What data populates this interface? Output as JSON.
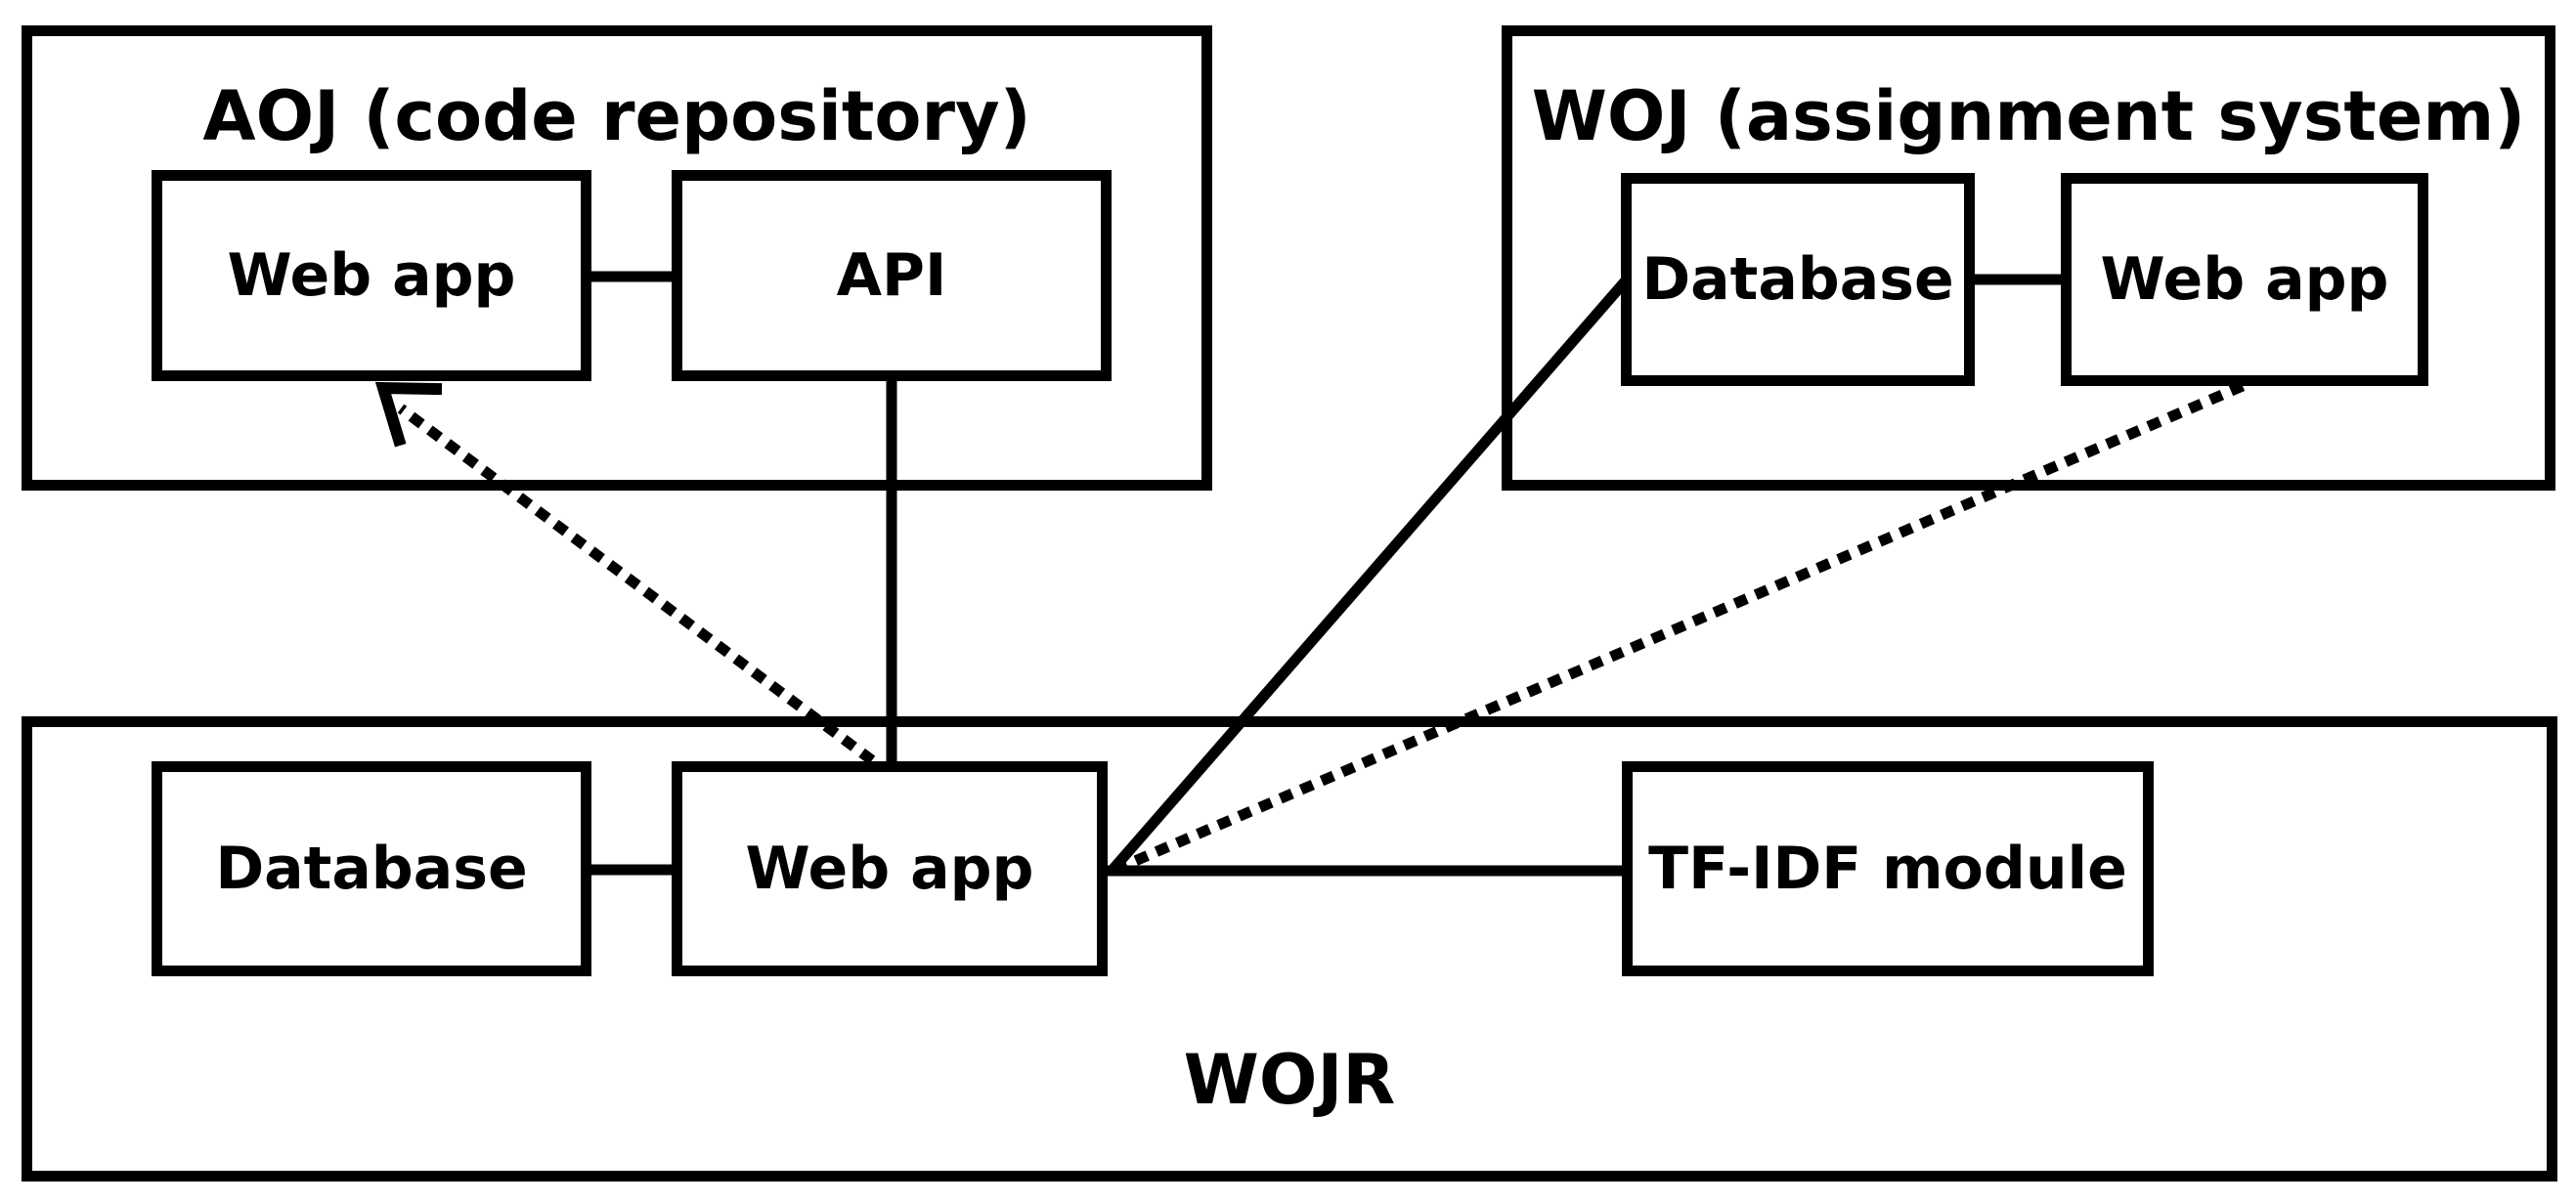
{
  "groups": {
    "aoj": {
      "title": "AOJ (code repository)",
      "nodes": {
        "web_app": "Web app",
        "api": "API"
      }
    },
    "woj": {
      "title": "WOJ (assignment system)",
      "nodes": {
        "database": "Database",
        "web_app": "Web app"
      }
    },
    "wojr": {
      "title": "WOJR",
      "nodes": {
        "database": "Database",
        "web_app": "Web app",
        "tfidf": "TF-IDF module"
      }
    }
  },
  "edges": [
    {
      "from": "aoj.web_app",
      "to": "aoj.api",
      "style": "solid"
    },
    {
      "from": "woj.database",
      "to": "woj.web_app",
      "style": "solid"
    },
    {
      "from": "wojr.database",
      "to": "wojr.web_app",
      "style": "solid"
    },
    {
      "from": "wojr.web_app",
      "to": "wojr.tfidf",
      "style": "solid"
    },
    {
      "from": "aoj.api",
      "to": "wojr.web_app",
      "style": "solid"
    },
    {
      "from": "woj.database",
      "to": "wojr.web_app",
      "style": "solid"
    },
    {
      "from": "wojr.web_app",
      "to": "aoj.web_app",
      "style": "dotted",
      "arrow": true
    },
    {
      "from": "woj.web_app",
      "to": "wojr.web_app",
      "style": "dotted"
    }
  ]
}
